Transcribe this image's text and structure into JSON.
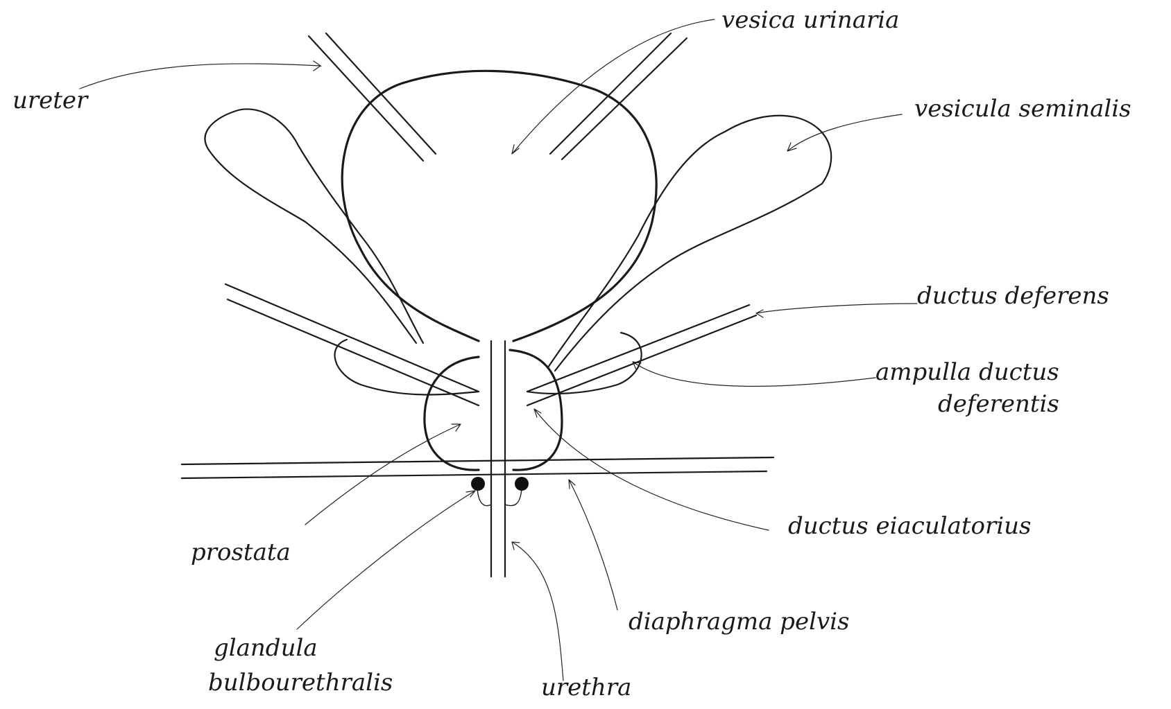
{
  "labels": {
    "ureter": "ureter",
    "vesica_urinaria": "vesica urinaria",
    "vesicula_seminalis": "vesicula seminalis",
    "ductus_deferens": "ductus deferens",
    "ampulla_line1": "ampulla ductus",
    "ampulla_line2": "deferentis",
    "ductus_eiaculatorius": "ductus eiaculatorius",
    "prostata": "prostata",
    "diaphragma_pelvis": "diaphragma pelvis",
    "glandula_line1": "glandula",
    "glandula_line2": "bulbourethralis",
    "urethra": "urethra"
  }
}
